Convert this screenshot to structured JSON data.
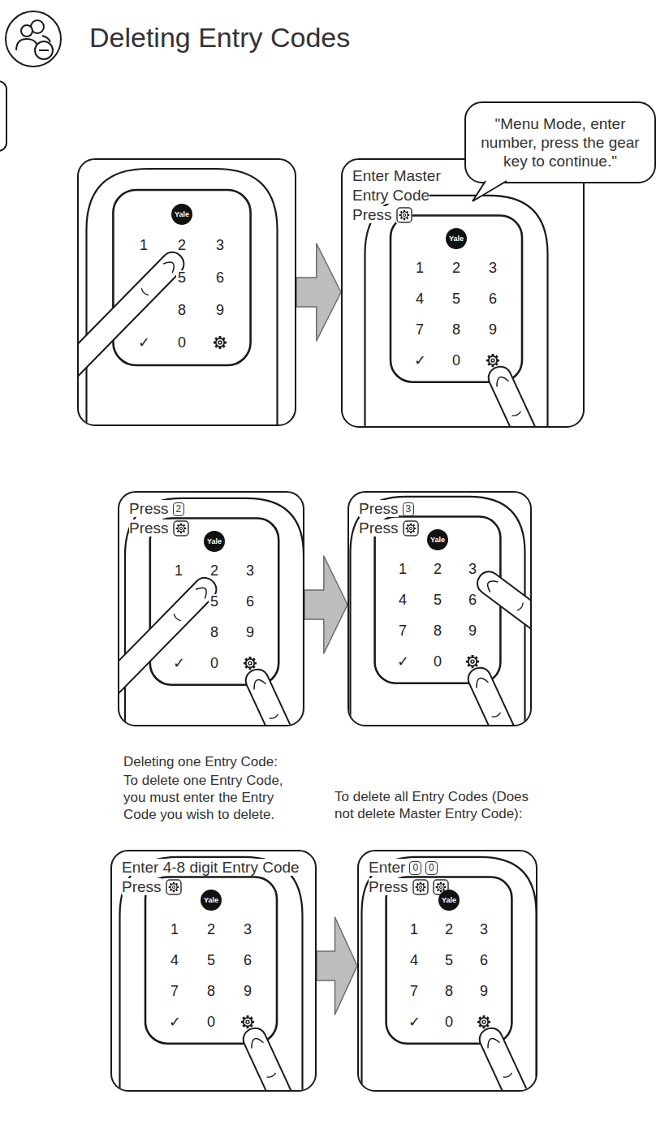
{
  "diagram": {
    "title": "Deleting Entry Codes",
    "nodes": [
      {
        "text": [
          "Yale",
          "1",
          "2",
          "3",
          "5",
          "6",
          "8",
          "9",
          "✓",
          "0"
        ]
      },
      {
        "text": [
          "Enter Master Entry Code",
          "Press",
          "Yale",
          "1",
          "2",
          "3",
          "4",
          "5",
          "6",
          "7",
          "8",
          "9",
          "✓",
          "0"
        ]
      },
      {
        "text": [
          "\"Menu Mode, enter number, press the gear key to continue.\""
        ]
      },
      {
        "text": [
          "Press",
          "2",
          "Press",
          "Yale",
          "1",
          "2",
          "3",
          "5",
          "6",
          "8",
          "9",
          "✓",
          "0"
        ]
      },
      {
        "text": [
          "Press",
          "3",
          "Press",
          "Yale",
          "1",
          "2",
          "3",
          "4",
          "5",
          "6",
          "7",
          "8",
          "9",
          "✓",
          "0"
        ]
      },
      {
        "text": [
          "Enter 4-8 digit Entry Code",
          "Press",
          "Yale",
          "1",
          "2",
          "3",
          "4",
          "5",
          "6",
          "7",
          "8",
          "9",
          "✓",
          "0"
        ]
      },
      {
        "text": [
          "Enter",
          "0",
          "0",
          "Press",
          "Yale",
          "1",
          "2",
          "3",
          "4",
          "5",
          "6",
          "7",
          "8",
          "9",
          "✓",
          "0"
        ]
      }
    ],
    "edges": [
      {
        "from": 0,
        "to": 1,
        "arrow": "to"
      },
      {
        "from": 3,
        "to": 4,
        "arrow": "to"
      },
      {
        "from": 5,
        "to": 6,
        "arrow": "to"
      }
    ],
    "labels": [
      "Deleting one Entry Code:",
      "To delete one Entry Code, you must enter the Entry Code you wish to delete.",
      "To delete all Entry Codes (Does not delete Master Entry Code):"
    ]
  }
}
